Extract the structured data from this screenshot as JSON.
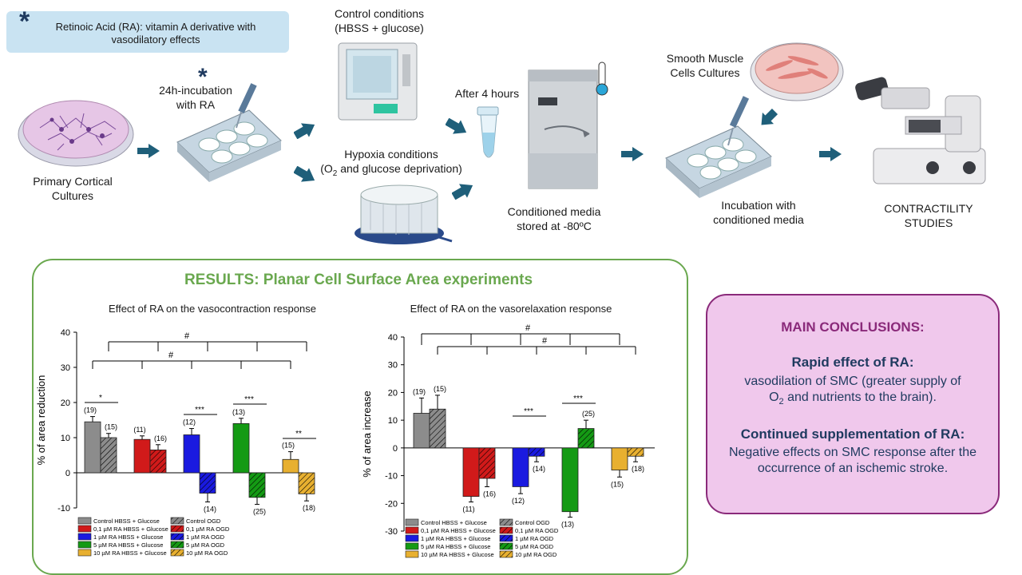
{
  "note": {
    "star": "*",
    "text": "Retinoic Acid (RA): vitamin A derivative with vasodilatory effects"
  },
  "workflow": {
    "primary_cultures": "Primary Cortical Cultures",
    "incubation_star": "*",
    "incubation": "24h-incubation with RA",
    "control": "Control conditions (HBSS + glucose)",
    "hypoxia_line1": "Hypoxia conditions",
    "hypoxia_line2_prefix": "(O",
    "hypoxia_line2_sub": "2",
    "hypoxia_line2_suffix": " and glucose deprivation)",
    "after": "After 4 hours",
    "conditioned": "Conditioned media stored at -80ºC",
    "smc": "Smooth Muscle Cells Cultures",
    "incubation_conditioned": "Incubation with conditioned media",
    "contractility": "CONTRACTILITY STUDIES"
  },
  "results": {
    "title": "RESULTS: Planar Cell Surface Area experiments"
  },
  "legend": [
    {
      "label": "Control HBSS + Glucose",
      "color": "#8c8c8c",
      "hatch": false
    },
    {
      "label": "Control OGD",
      "color": "#8c8c8c",
      "hatch": true
    },
    {
      "label": "0,1 µM RA HBSS + Glucose",
      "color": "#d11a1a",
      "hatch": false
    },
    {
      "label": "0,1 µM RA OGD",
      "color": "#d11a1a",
      "hatch": true
    },
    {
      "label": "1 µM RA HBSS + Glucose",
      "color": "#1a1ae0",
      "hatch": false
    },
    {
      "label": "1 µM RA OGD",
      "color": "#1a1ae0",
      "hatch": true
    },
    {
      "label": "5 µM RA HBSS + Glucose",
      "color": "#149a14",
      "hatch": false
    },
    {
      "label": "5 µM RA OGD",
      "color": "#149a14",
      "hatch": true
    },
    {
      "label": "10 µM RA HBSS + Glucose",
      "color": "#e8b030",
      "hatch": false
    },
    {
      "label": "10 µM RA OGD",
      "color": "#e8b030",
      "hatch": true
    }
  ],
  "chart_data": [
    {
      "type": "bar",
      "title": "Effect of RA on the vasocontraction response",
      "ylabel": "% of area reduction",
      "ylim": [
        -10,
        40
      ],
      "yticks": [
        40,
        30,
        20,
        10,
        0,
        -10
      ],
      "groups": [
        "Control",
        "0,1 µM RA",
        "1 µM RA",
        "5 µM RA",
        "10 µM RA"
      ],
      "series": [
        {
          "name": "HBSS + Glucose",
          "values": [
            14.5,
            9.5,
            10.8,
            14,
            3.8
          ],
          "errors": [
            1.5,
            1,
            1.8,
            1.5,
            2.2
          ],
          "n": [
            "(19)",
            "(11)",
            "(12)",
            "(13)",
            "(15)"
          ]
        },
        {
          "name": "OGD",
          "values": [
            10,
            6.5,
            -5.8,
            -7,
            -6
          ],
          "errors": [
            1.2,
            1.5,
            2.5,
            2,
            2
          ],
          "n": [
            "(15)",
            "(16)",
            "(14)",
            "(25)",
            "(18)"
          ]
        }
      ],
      "significance": [
        "*",
        "***",
        "***",
        "**"
      ],
      "overall": [
        "#",
        "#"
      ]
    },
    {
      "type": "bar",
      "title": "Effect of RA on the vasorelaxation response",
      "ylabel": "% of area increase",
      "ylim": [
        -30,
        40
      ],
      "yticks": [
        40,
        30,
        20,
        10,
        0,
        -10,
        -20,
        -30
      ],
      "groups": [
        "Control",
        "0,1 µM RA",
        "1 µM RA",
        "5 µM RA",
        "10 µM RA"
      ],
      "series": [
        {
          "name": "HBSS + Glucose",
          "values": [
            12.5,
            -17.5,
            -14,
            -23,
            -8
          ],
          "errors": [
            5.5,
            2,
            2.5,
            2,
            2.5
          ],
          "n": [
            "(19)",
            "(11)",
            "(12)",
            "(13)",
            "(15)"
          ]
        },
        {
          "name": "OGD",
          "values": [
            14,
            -11,
            -3,
            7,
            -3
          ],
          "errors": [
            5,
            3,
            2,
            3,
            2
          ],
          "n": [
            "(15)",
            "(16)",
            "(14)",
            "(25)",
            "(18)"
          ]
        }
      ],
      "significance": [
        "***",
        "***"
      ],
      "overall": [
        "#",
        "#"
      ]
    }
  ],
  "conclusions": {
    "title": "MAIN CONCLUSIONS:",
    "rapid_title": "Rapid effect of RA:",
    "rapid_line1": "vasodilation of SMC (greater supply of",
    "rapid_line2_prefix": "O",
    "rapid_line2_sub": "2",
    "rapid_line2_suffix": " and nutrients to the brain).",
    "continued_title": "Continued supplementation of RA:",
    "continued_body": "Negative effects on SMC response after the occurrence of an ischemic stroke."
  }
}
